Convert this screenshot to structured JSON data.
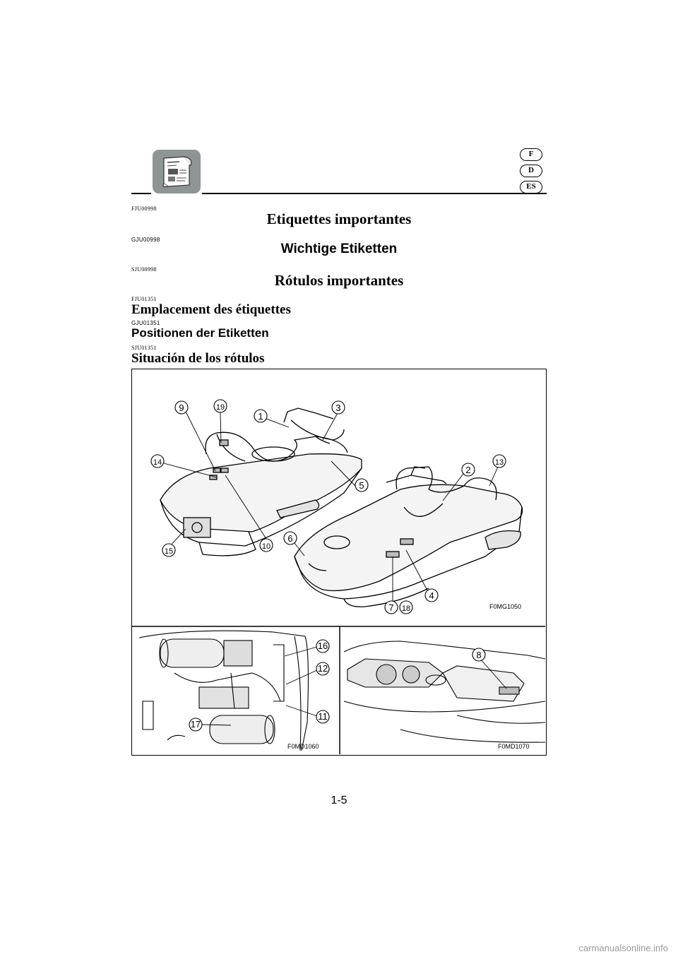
{
  "header": {
    "languages": [
      "F",
      "D",
      "ES"
    ]
  },
  "sections": {
    "fr_code": "FJU00998",
    "fr_title": "Etiquettes importantes",
    "de_code": "GJU00998",
    "de_title": "Wichtige Etiketten",
    "es_code": "SJU00998",
    "es_title": "Rótulos importantes"
  },
  "subsections": {
    "fr_code": "FJU01351",
    "fr_title": "Emplacement des étiquettes",
    "de_code": "GJU01351",
    "de_title": "Positionen der Etiketten",
    "es_code": "SJU01351",
    "es_title": "Situación de los rótulos"
  },
  "figure": {
    "main_code": "F0MG1050",
    "left_code": "F0MD1060",
    "right_code": "F0MD1070",
    "callouts_main": [
      "9",
      "19",
      "1",
      "3",
      "14",
      "2",
      "13",
      "5",
      "6",
      "10",
      "15",
      "4",
      "7",
      "18"
    ],
    "callouts_left": [
      "16",
      "12",
      "11",
      "17"
    ],
    "callouts_right": [
      "8"
    ]
  },
  "footer": {
    "page_number": "1-5",
    "watermark": "carmanualsonline.info"
  }
}
